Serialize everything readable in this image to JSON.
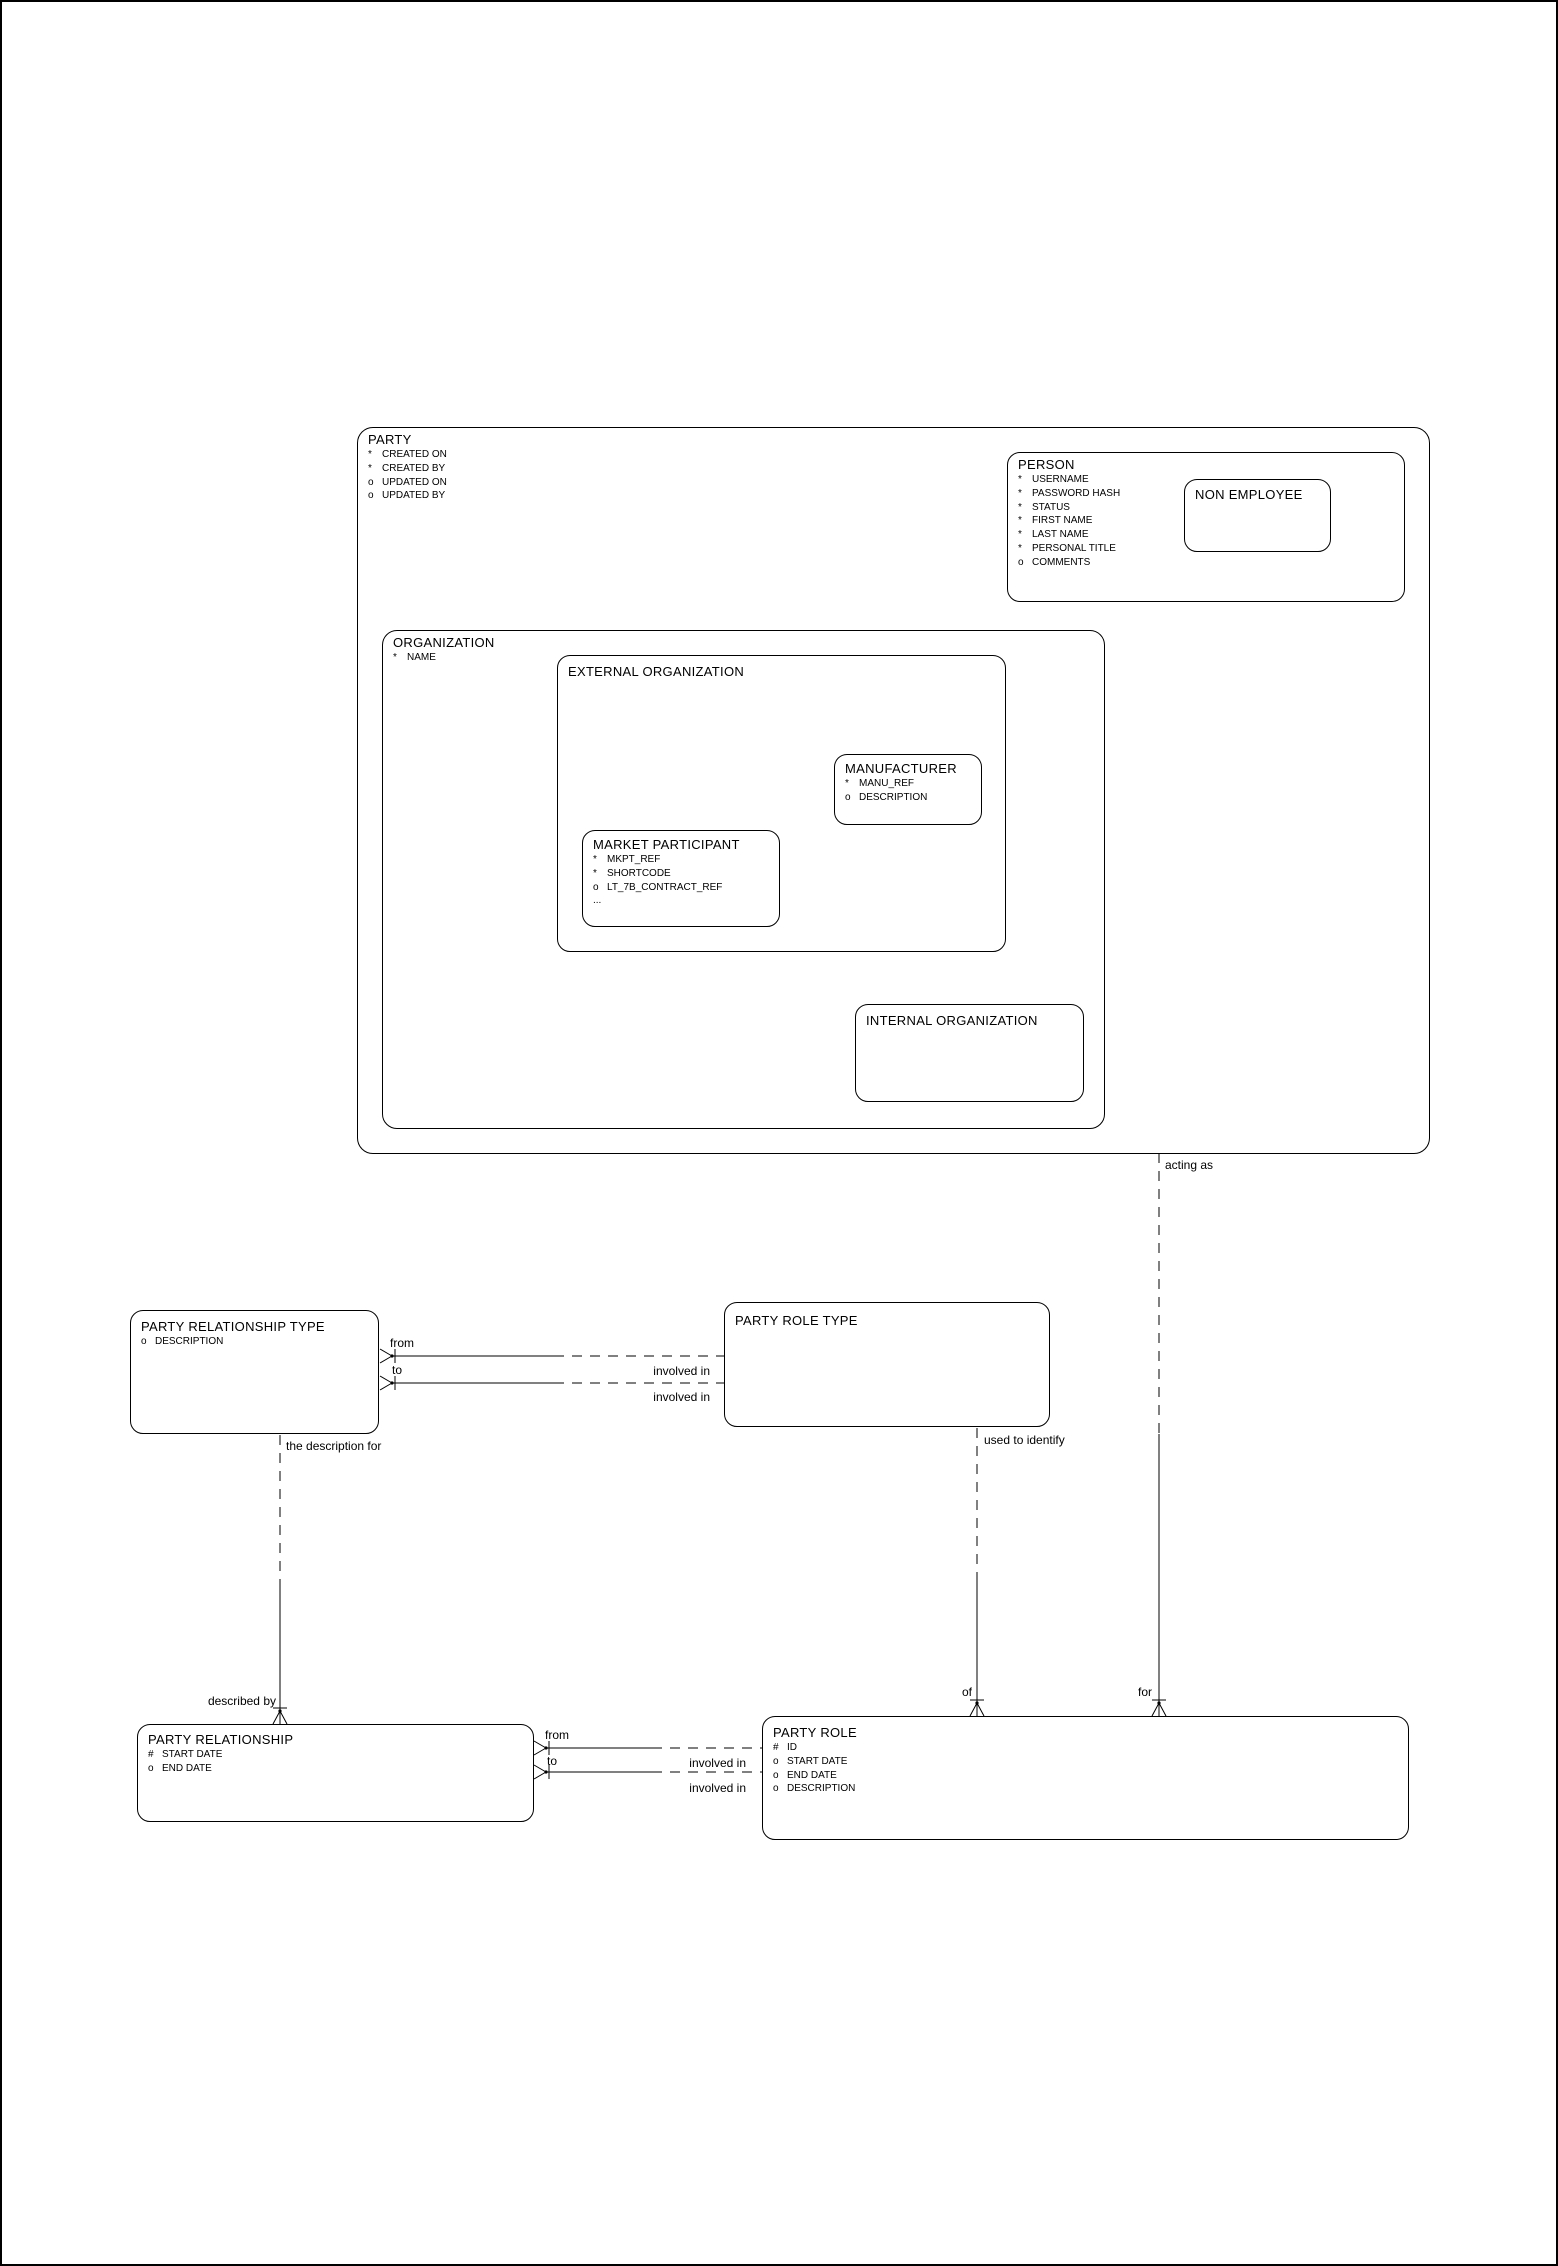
{
  "page": {
    "background": "#ffffff",
    "line_color": "#000000"
  },
  "entities": {
    "party": {
      "title": "PARTY",
      "attrs": [
        {
          "m": "*",
          "t": "CREATED ON"
        },
        {
          "m": "*",
          "t": "CREATED BY"
        },
        {
          "m": "o",
          "t": "UPDATED ON"
        },
        {
          "m": "o",
          "t": "UPDATED BY"
        }
      ]
    },
    "person": {
      "title": "PERSON",
      "attrs": [
        {
          "m": "*",
          "t": "USERNAME"
        },
        {
          "m": "*",
          "t": "PASSWORD HASH"
        },
        {
          "m": "*",
          "t": "STATUS"
        },
        {
          "m": "*",
          "t": "FIRST NAME"
        },
        {
          "m": "*",
          "t": "LAST NAME"
        },
        {
          "m": "*",
          "t": "PERSONAL TITLE"
        },
        {
          "m": "o",
          "t": "COMMENTS"
        }
      ]
    },
    "non_employee": {
      "title": "NON EMPLOYEE",
      "attrs": []
    },
    "organization": {
      "title": "ORGANIZATION",
      "attrs": [
        {
          "m": "*",
          "t": "NAME"
        }
      ]
    },
    "external_organization": {
      "title": "EXTERNAL ORGANIZATION",
      "attrs": []
    },
    "manufacturer": {
      "title": "MANUFACTURER",
      "attrs": [
        {
          "m": "*",
          "t": "MANU_REF"
        },
        {
          "m": "o",
          "t": "DESCRIPTION"
        }
      ]
    },
    "market_participant": {
      "title": "MARKET PARTICIPANT",
      "attrs": [
        {
          "m": "*",
          "t": "MKPT_REF"
        },
        {
          "m": "*",
          "t": "SHORTCODE"
        },
        {
          "m": "o",
          "t": "LT_7B_CONTRACT_REF"
        },
        {
          "m": "...",
          "t": ""
        }
      ]
    },
    "internal_organization": {
      "title": "INTERNAL ORGANIZATION",
      "attrs": []
    },
    "party_relationship_type": {
      "title": "PARTY RELATIONSHIP TYPE",
      "attrs": [
        {
          "m": "o",
          "t": "DESCRIPTION"
        }
      ]
    },
    "party_role_type": {
      "title": "PARTY ROLE TYPE",
      "attrs": []
    },
    "party_relationship": {
      "title": "PARTY RELATIONSHIP",
      "attrs": [
        {
          "m": "#",
          "t": "START DATE"
        },
        {
          "m": "o",
          "t": "END DATE"
        }
      ]
    },
    "party_role": {
      "title": "PARTY ROLE",
      "attrs": [
        {
          "m": "#",
          "t": "ID"
        },
        {
          "m": "o",
          "t": "START DATE"
        },
        {
          "m": "o",
          "t": "END DATE"
        },
        {
          "m": "o",
          "t": "DESCRIPTION"
        }
      ]
    }
  },
  "labels": {
    "acting_as": "acting as",
    "for_end": "for",
    "used_to_identify": "used to identify",
    "of_end": "of",
    "the_description_for": "the description for",
    "described_by": "described by",
    "type_from": "from",
    "type_to": "to",
    "type_involved_in_1": "involved in",
    "type_involved_in_2": "involved in",
    "rel_from": "from",
    "rel_to": "to",
    "rel_involved_in_1": "involved in",
    "rel_involved_in_2": "involved in"
  }
}
